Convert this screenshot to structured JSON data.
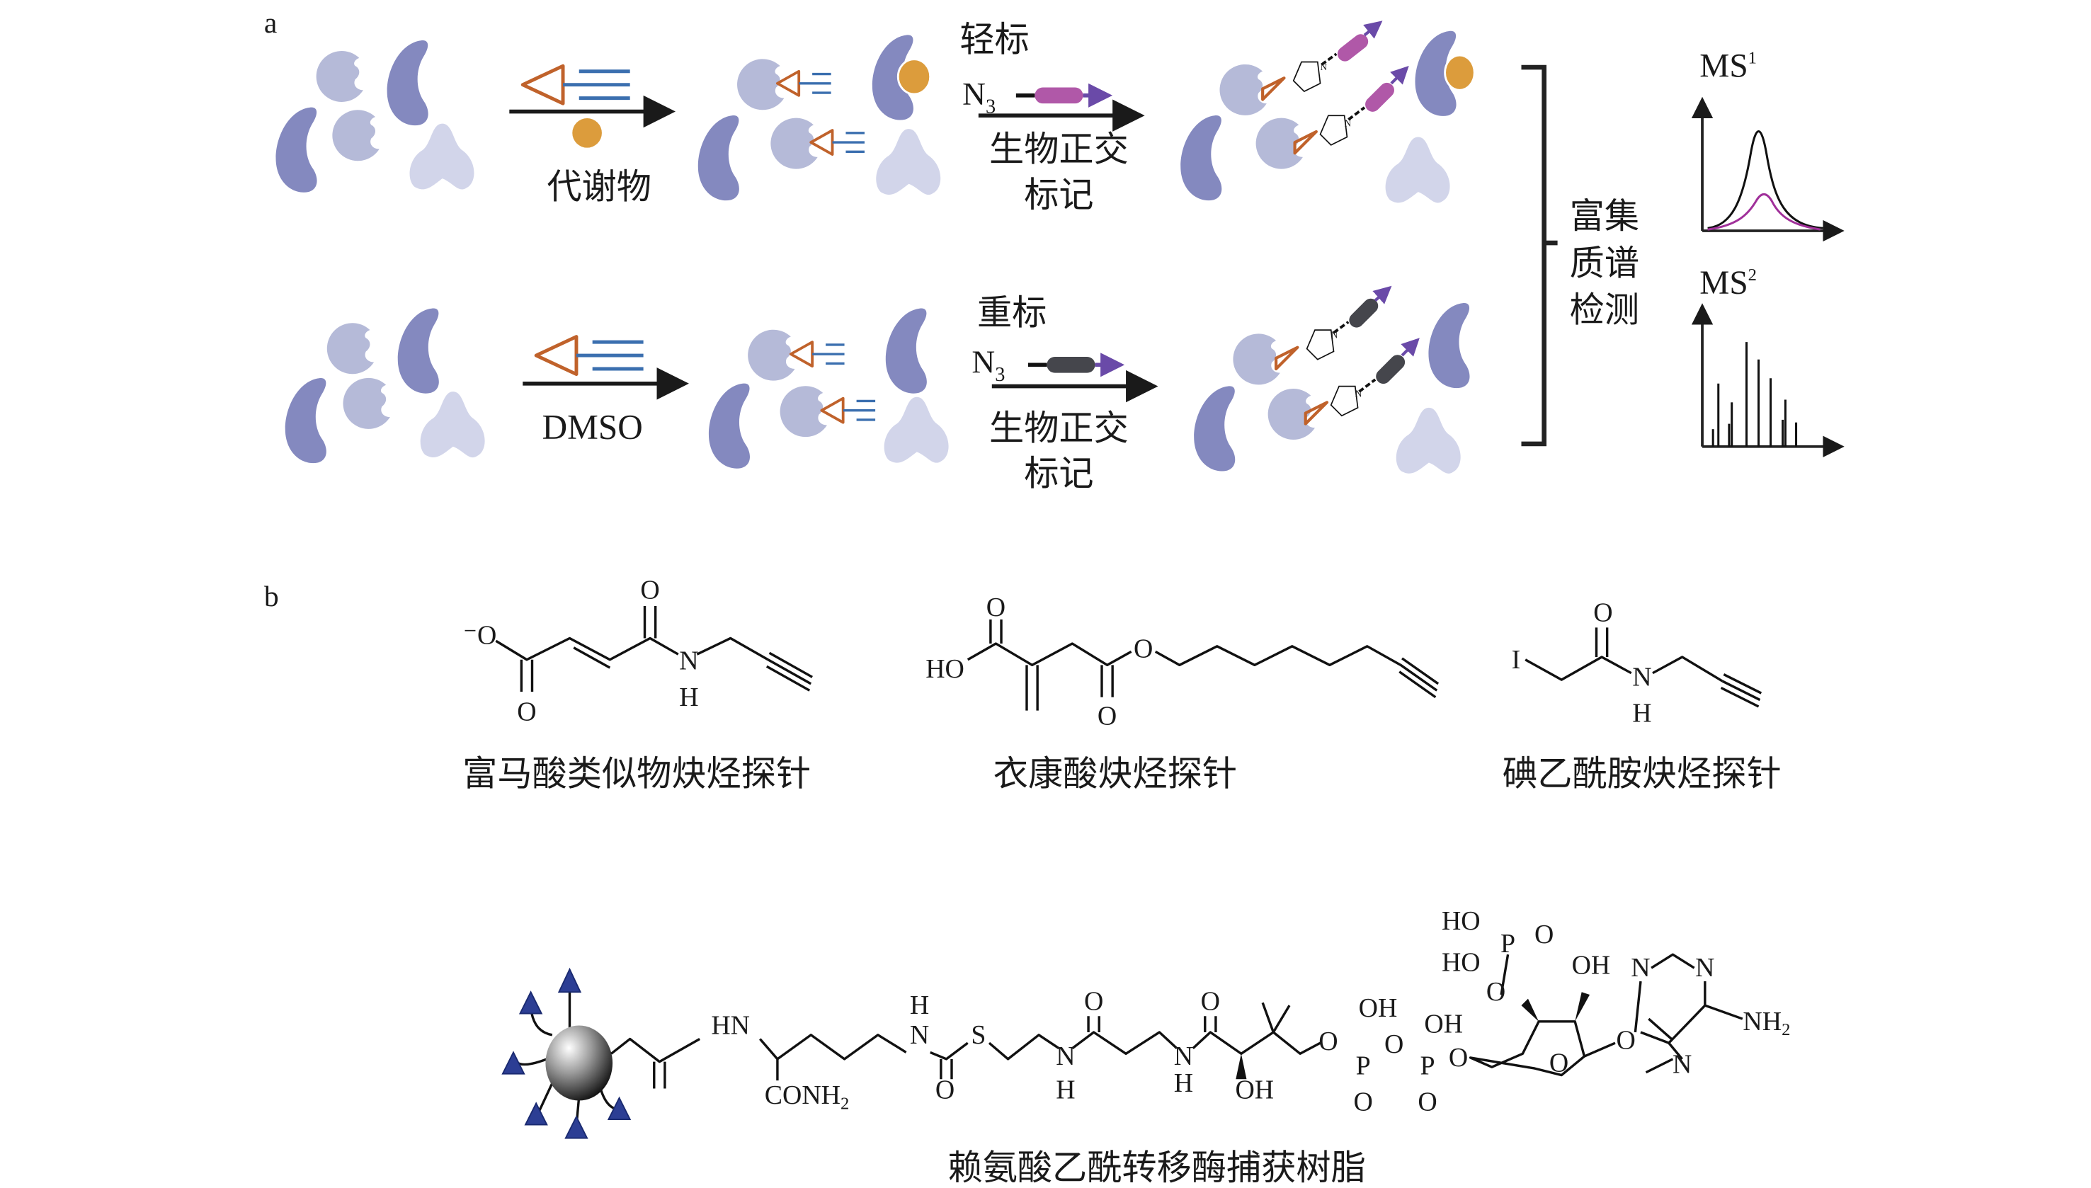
{
  "panel_a": {
    "label": "a",
    "row1": {
      "condition_label": "代谢物",
      "tag_label": "轻标",
      "azide_label": "N",
      "azide_subscript": "3",
      "reaction_line1": "生物正交",
      "reaction_line2": "标记"
    },
    "row2": {
      "condition_label": "DMSO",
      "tag_label": "重标",
      "azide_label": "N",
      "azide_subscript": "3",
      "reaction_line1": "生物正交",
      "reaction_line2": "标记"
    },
    "triazole_atom": "N",
    "workflow_lines": [
      "富集",
      "质谱",
      "检测"
    ],
    "ms1": {
      "label": "MS",
      "superscript": "1"
    },
    "ms2": {
      "label": "MS",
      "superscript": "2"
    },
    "colors": {
      "protein_dark": "#8489bf",
      "protein_light": "#b5bad8",
      "protein_pale": "#d2d5ea",
      "metabolite": "#dc9c3c",
      "probe_triangle": "#c0622b",
      "probe_alkyne": "#3b6faf",
      "light_tag": "#b058a8",
      "heavy_tag": "#45464c",
      "tag_arrow": "#6a4aa8",
      "ms1_heavy_trace": "#111111",
      "ms1_light_trace": "#a0309a"
    }
  },
  "panel_b": {
    "label": "b",
    "fumarate_probe": {
      "name": "富马酸类似物炔烃探针",
      "atoms": [
        "⁻O",
        "O",
        "O",
        "N",
        "H"
      ]
    },
    "itaconate_probe": {
      "name": "衣康酸炔烃探针",
      "atoms": [
        "O",
        "HO",
        "O",
        "O"
      ]
    },
    "iodoacetamide_probe": {
      "name": "碘乙酰胺炔烃探针",
      "atoms": [
        "I",
        "O",
        "N",
        "H"
      ]
    },
    "resin": {
      "name": "赖氨酸乙酰转移酶捕获树脂",
      "atoms": [
        "HN",
        "CONH",
        "H",
        "N",
        "O",
        "S",
        "N",
        "H",
        "O",
        "N",
        "H",
        "O",
        "OH",
        "O",
        "OH",
        "P",
        "O",
        "O",
        "OH",
        "P",
        "O",
        "O",
        "O",
        "HO",
        "P",
        "O",
        "HO",
        "OH",
        "O",
        "N",
        "N",
        "N",
        "NH",
        "N",
        "O"
      ],
      "subscript": "2"
    }
  }
}
